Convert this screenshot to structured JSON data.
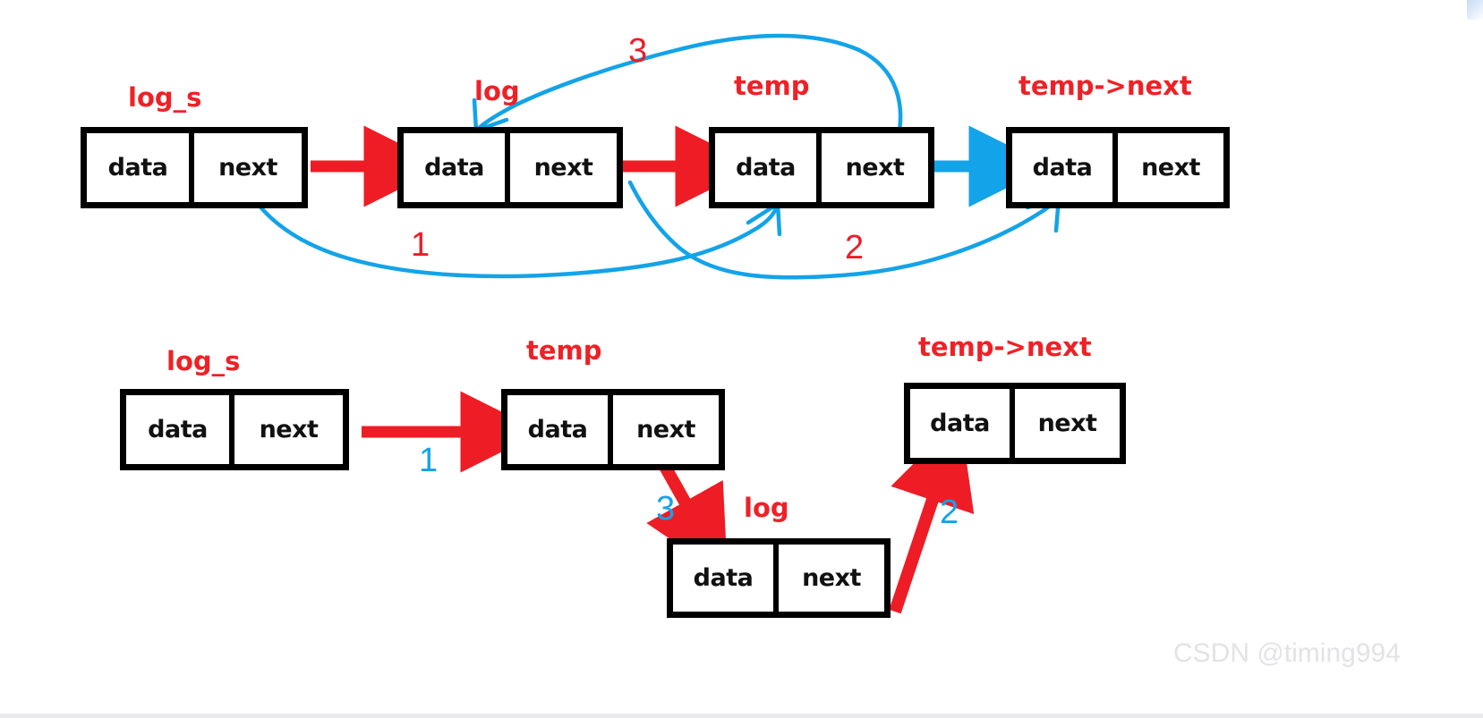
{
  "meta": {
    "watermark": "CSDN @timing994",
    "background_color": "#ffffff",
    "red": "#ee1c25",
    "blue": "#13a3e8",
    "black": "#000000"
  },
  "cells": {
    "data": "data",
    "next": "next"
  },
  "diagram_top": {
    "nodes": [
      {
        "id": "n1",
        "label": "log_s",
        "data": "data",
        "next": "next"
      },
      {
        "id": "n2",
        "label": "log",
        "data": "data",
        "next": "next"
      },
      {
        "id": "n3",
        "label": "temp",
        "data": "data",
        "next": "next"
      },
      {
        "id": "n4",
        "label": "temp->next",
        "data": "data",
        "next": "next"
      }
    ],
    "steps": [
      {
        "id": "t1",
        "text": "1",
        "color": "#ee1c25"
      },
      {
        "id": "t2",
        "text": "2",
        "color": "#ee1c25"
      },
      {
        "id": "t3",
        "text": "3",
        "color": "#ee1c25"
      }
    ]
  },
  "diagram_bottom": {
    "nodes": [
      {
        "id": "b1",
        "label": "log_s",
        "data": "data",
        "next": "next"
      },
      {
        "id": "b2",
        "label": "temp",
        "data": "data",
        "next": "next"
      },
      {
        "id": "b3",
        "label": "temp->next",
        "data": "data",
        "next": "next"
      },
      {
        "id": "b4",
        "label": "log",
        "data": "data",
        "next": "next"
      }
    ],
    "steps": [
      {
        "id": "s1",
        "text": "1",
        "color": "#13a3e8"
      },
      {
        "id": "s2",
        "text": "2",
        "color": "#13a3e8"
      },
      {
        "id": "s3",
        "text": "3",
        "color": "#13a3e8"
      }
    ]
  }
}
